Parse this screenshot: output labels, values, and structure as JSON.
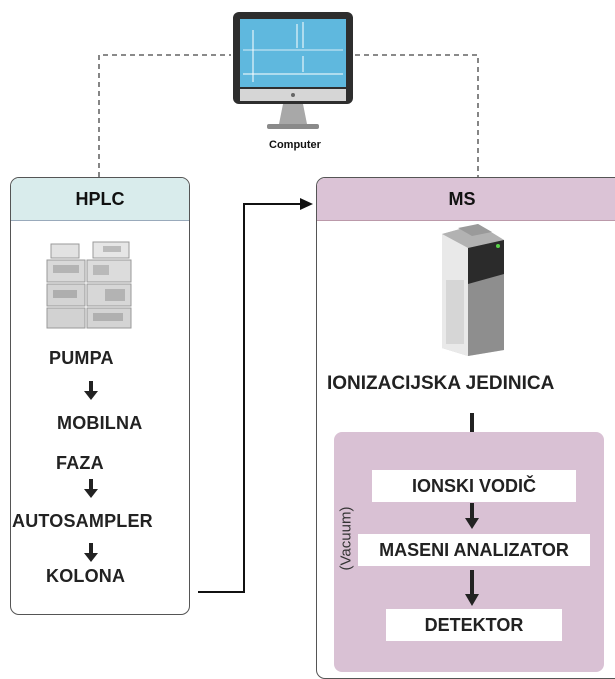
{
  "computer": {
    "label": "Computer",
    "icon": "computer-monitor-icon"
  },
  "hplc": {
    "title": "HPLC",
    "icon": "hplc-instrument-icon",
    "steps": [
      "PUMPA",
      "MOBILNA",
      "FAZA",
      "AUTOSAMPLER",
      "KOLONA"
    ]
  },
  "ms": {
    "title": "MS",
    "icon": "mass-spectrometer-icon",
    "ionization": "IONIZACIJSKA JEDINICA",
    "vacuum_label": "(Vacuum)",
    "steps": [
      "IONSKI VODIČ",
      "MASENI ANALIZATOR",
      "DETEKTOR"
    ]
  },
  "colors": {
    "hplc_header": "#d9ecec",
    "ms_header": "#dbc3d6",
    "vacuum_region": "#d9c1d4",
    "monitor_screen": "#5fb8de"
  }
}
